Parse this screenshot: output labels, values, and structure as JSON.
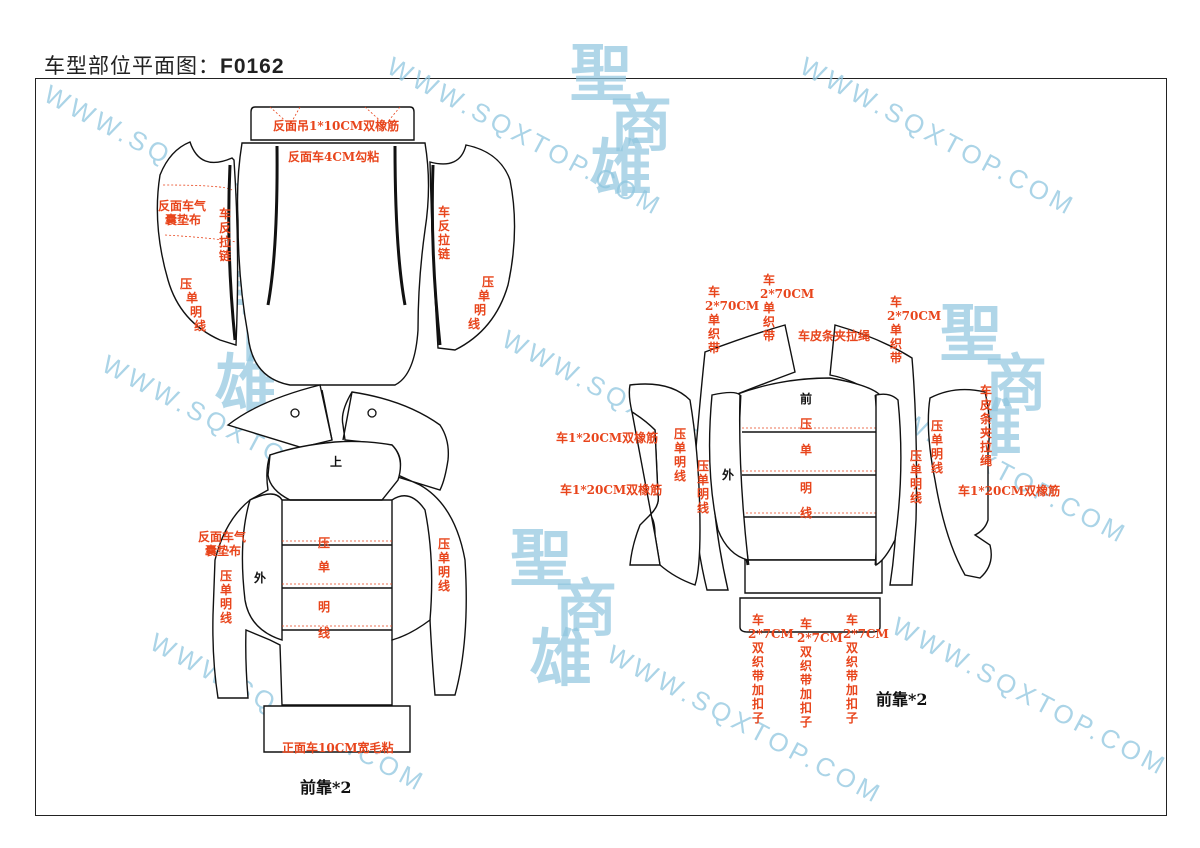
{
  "title": {
    "prefix": "车型部位平面图：",
    "code": "F0162"
  },
  "watermark": {
    "url": "WWW.SQXTOP.COM",
    "logo_chars": [
      "聖",
      "商",
      "雄"
    ]
  },
  "left_piece": {
    "caption": "前靠*2",
    "labels": {
      "top_strip": "反面吊1*10CM双橡筋",
      "back_top": "反面车4CM勾粘",
      "wing_left_airbag": [
        "反面车气",
        "囊垫布"
      ],
      "wing_left_zip": [
        "车",
        "反",
        "拉",
        "链"
      ],
      "wing_left_stitch": [
        "压",
        "单",
        "明",
        "线"
      ],
      "wing_right_zip": [
        "车",
        "反",
        "拉",
        "链"
      ],
      "wing_right_stitch": [
        "压",
        "单",
        "明",
        "线"
      ],
      "front_top": "上",
      "front_outer": "外",
      "front_left_airbag": [
        "反面车气",
        "囊垫布"
      ],
      "front_left_stitch": [
        "压",
        "单",
        "明",
        "线"
      ],
      "front_right_stitch": [
        "压",
        "单",
        "明",
        "线"
      ],
      "center_stitch": [
        "压",
        "单",
        "明",
        "线"
      ],
      "bottom_strip": "正面车10CM宽毛粘"
    }
  },
  "right_piece": {
    "caption": "前靠*2",
    "labels": {
      "strap1": [
        "车",
        "2*70CM",
        "单",
        "织",
        "带"
      ],
      "strap2": [
        "车",
        "2*70CM",
        "单",
        "织",
        "带"
      ],
      "strap3": [
        "车",
        "2*70CM",
        "单",
        "织",
        "带"
      ],
      "leather_rope": "车皮条夹拉绳",
      "front": "前",
      "center_stitch": [
        "压",
        "单",
        "明",
        "线"
      ],
      "outer": "外",
      "left_band1": "车1*20CM双橡筋",
      "left_band2": "车1*20CM双橡筋",
      "left_stitch": [
        "压",
        "单",
        "明",
        "线"
      ],
      "inner_left_stitch": [
        "压",
        "单",
        "明",
        "线"
      ],
      "inner_right_stitch": [
        "压",
        "单",
        "明",
        "线"
      ],
      "right_stitch": [
        "压",
        "单",
        "明",
        "线"
      ],
      "right_rope": [
        "车",
        "皮",
        "条",
        "夹",
        "拉",
        "绳"
      ],
      "right_band": "车1*20CM双橡筋",
      "bottom1": [
        "车",
        "2*7CM",
        "双",
        "织",
        "带",
        "加",
        "扣",
        "子"
      ],
      "bottom2": [
        "车",
        "2*7CM",
        "双",
        "织",
        "带",
        "加",
        "扣",
        "子"
      ],
      "bottom3": [
        "车",
        "2*7CM",
        "双",
        "织",
        "带",
        "加",
        "扣",
        "子"
      ]
    }
  }
}
